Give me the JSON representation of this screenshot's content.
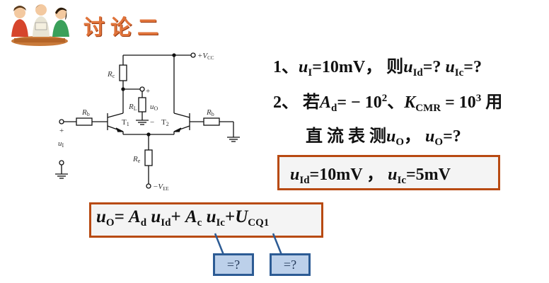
{
  "title": "讨论二",
  "circuit": {
    "vcc": "+V",
    "vcc_sub": "CC",
    "vee": "−V",
    "vee_sub": "EE",
    "rc": "R",
    "rc_sub": "c",
    "rl": "R",
    "rl_sub": "L",
    "uo": "u",
    "uo_sub": "O",
    "rb_left": "R",
    "rb_left_sub": "b",
    "rb_right": "R",
    "rb_right_sub": "b",
    "re": "R",
    "re_sub": "e",
    "t1": "T",
    "t1_sub": "1",
    "t2": "T",
    "t2_sub": "2",
    "ui": "u",
    "ui_sub": "I",
    "plus_top": "+",
    "plus_out": "+",
    "minus_out": "−",
    "plus_in": "+"
  },
  "questions": {
    "q1_prefix": "1、",
    "q1_u1": "u",
    "q1_u1_sub": "I",
    "q1_mid": "=10mV， 则",
    "q1_u2": "u",
    "q1_u2_sub": "Id",
    "q1_mid2": "=?",
    "q1_u3": "u",
    "q1_u3_sub": "Ic",
    "q1_end": "=?",
    "q2_prefix": "2、 若",
    "q2_a": "A",
    "q2_a_sub": "d",
    "q2_eq": "= − 10",
    "q2_exp1": "2",
    "q2_sep": "、",
    "q2_k": "K",
    "q2_k_sub": "CMR",
    "q2_eq2": " = 10",
    "q2_exp2": "3",
    "q2_end": " 用",
    "q3_text": "直 流 表 测",
    "q3_u": "u",
    "q3_u_sub": "O",
    "q3_mid": "，",
    "q3_u2": "u",
    "q3_u2_sub": "O",
    "q3_end": "=?"
  },
  "answer": {
    "u1": "u",
    "u1_sub": "Id",
    "v1": "=10mV ，",
    "u2": "u",
    "u2_sub": "Ic",
    "v2": "=5mV"
  },
  "formula": {
    "uo": "u",
    "uo_sub": "O",
    "eq": "= ",
    "ad": "A",
    "ad_sub": "d",
    "uid": "u",
    "uid_sub": "Id",
    "plus1": "+ ",
    "ac": "A",
    "ac_sub": "c",
    "uic": "u",
    "uic_sub": "Ic",
    "plus2": "+",
    "ucq": "U",
    "ucq_sub": "CQ1"
  },
  "callouts": [
    "=?",
    "=?"
  ],
  "colors": {
    "title": "#e0733a",
    "box_border": "#b84a12",
    "callout_fill": "#bcd0ea",
    "callout_border": "#2c5b94"
  }
}
